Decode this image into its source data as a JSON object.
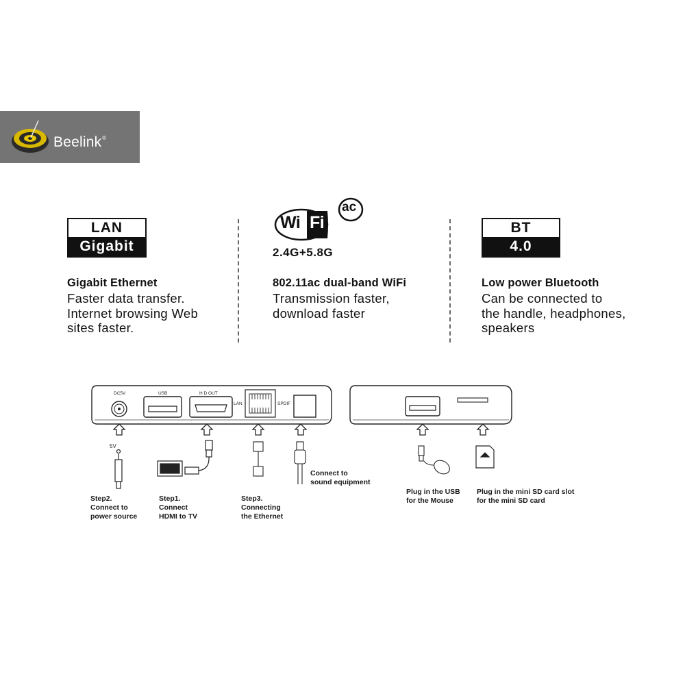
{
  "brand": {
    "name": "Beelink",
    "reg": "®"
  },
  "lan": {
    "badge_top": "LAN",
    "badge_bottom": "Gigabit",
    "title": "Gigabit Ethernet",
    "lines": [
      "Faster data transfer.",
      "Internet browsing Web",
      "sites faster."
    ]
  },
  "wifi": {
    "logo_wi": "Wi",
    "logo_fi": "Fi",
    "logo_ac": "ac",
    "bands": "2.4G+5.8G",
    "title": "802.11ac dual-band WiFi",
    "lines": [
      "Transmission faster,",
      "download faster"
    ]
  },
  "bt": {
    "badge_top": "BT",
    "badge_bottom": "4.0",
    "title": "Low power Bluetooth",
    "lines": [
      "Can be connected to",
      "the handle, headphones,",
      "speakers"
    ]
  },
  "ports": {
    "dc": "DC5V",
    "usb": "USB",
    "hdout": "H D OUT",
    "lan": "LAN",
    "spdif": "SPDIF",
    "voltage": "5V"
  },
  "steps": {
    "step2": [
      "Step2.",
      "Connect to",
      "power source"
    ],
    "step1": [
      "Step1.",
      "Connect",
      "HDMI to TV"
    ],
    "step3": [
      "Step3.",
      "Connecting",
      "the Ethernet"
    ],
    "sound": [
      "Connect to",
      "sound equipment"
    ],
    "usb_mouse": [
      "Plug in the USB",
      "for the Mouse"
    ],
    "sd": [
      "Plug in the  mini SD card slot",
      "for the  mini SD card"
    ]
  }
}
